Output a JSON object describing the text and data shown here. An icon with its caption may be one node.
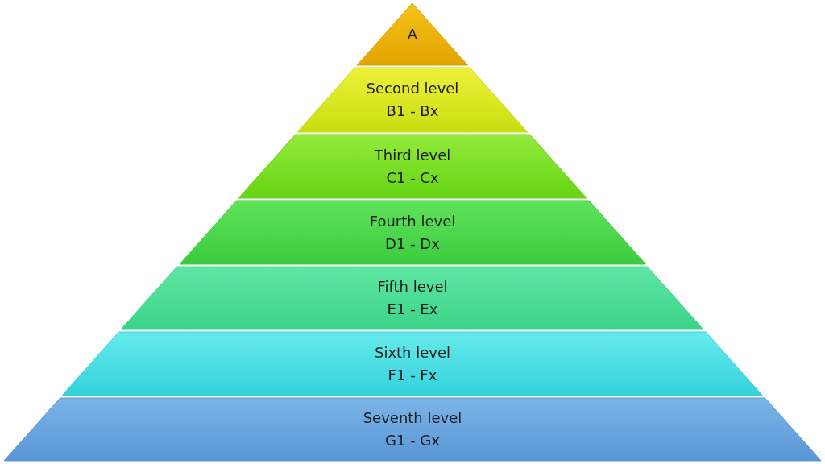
{
  "diagram": {
    "nodes": [
      {
        "text": [
          "A"
        ]
      },
      {
        "text": [
          "Second level",
          "B1 - Bx"
        ]
      },
      {
        "text": [
          "Third level",
          "C1 - Cx"
        ]
      },
      {
        "text": [
          "Fourth level",
          "D1 - Dx"
        ]
      },
      {
        "text": [
          "Fifth level",
          "E1 - Ex"
        ]
      },
      {
        "text": [
          "Sixth level",
          "F1 - Fx"
        ]
      },
      {
        "text": [
          "Seventh level",
          "G1 - Gx"
        ]
      }
    ]
  }
}
